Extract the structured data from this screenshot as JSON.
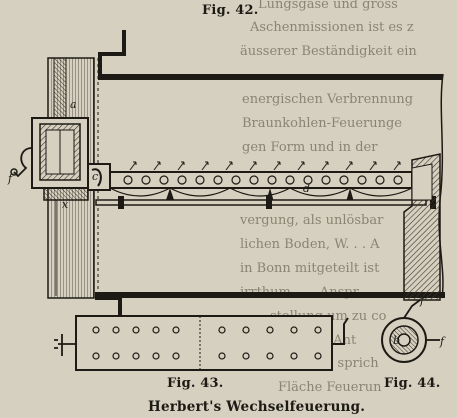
{
  "figures": {
    "fig42": "Fig. 42.",
    "fig43": "Fig. 43.",
    "fig44": "Fig. 44."
  },
  "title": "Herbert's Wechselfeuerung.",
  "bleed_through": [
    "Lungsgase und gross",
    "Aschenmissionen ist es z",
    "äusserer Beständigkeit ein",
    "energischen Verbrennung",
    "Braunkohlen-Feuerunge",
    "gen Form und in der",
    "vergung, als unlösbar",
    "lichen Boden, W. . . A",
    "in Bonn mitgeteilt ist",
    "irrthum . . . Anspr",
    "stellung um zu co",
    "stiren, der die Ant",
    "könnten vollen sprich",
    "Fläche Feuerun"
  ],
  "letters": {
    "a": "a",
    "x": "x",
    "c": "c",
    "d": "d",
    "f": "f",
    "b": "b"
  },
  "colors": {
    "paper": "#d5d0bf",
    "ink": "#1d1a15",
    "hatch": "#3a342b"
  }
}
